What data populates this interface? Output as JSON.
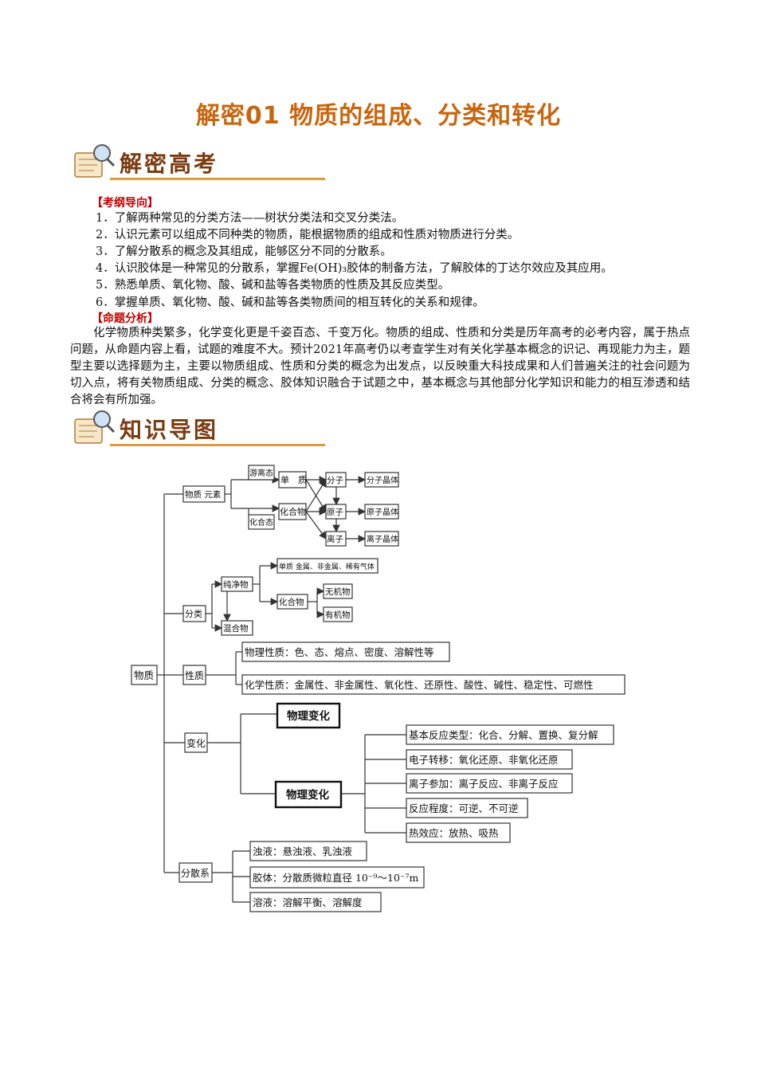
{
  "title": "解密01  物质的组成、分类和转化",
  "banner1": "解密高考",
  "banner2": "知识导图",
  "outline": {
    "heading": "【考纲导向】",
    "items": [
      "1．了解两种常见的分类方法——树状分类法和交叉分类法。",
      "2．认识元素可以组成不同种类的物质，能根据物质的组成和性质对物质进行分类。",
      "3．了解分散系的概念及其组成，能够区分不同的分散系。",
      "4．认识胶体是一种常见的分散系，掌握Fe(OH)₃胶体的制备方法，了解胶体的丁达尔效应及其应用。",
      "5．熟悉单质、氧化物、酸、碱和盐等各类物质的性质及其反应类型。",
      "6．掌握单质、氧化物、酸、碱和盐等各类物质间的相互转化的关系和规律。"
    ]
  },
  "analysis": {
    "heading": "【命题分析】",
    "text": "化学物质种类繁多，化学变化更是千姿百态、千变万化。物质的组成、性质和分类是历年高考的必考内容，属于热点问题，从命题内容上看，试题的难度不大。预计2021年高考仍以考查学生对有关化学基本概念的识记、再现能力为主，题型主要以选择题为主，主要以物质组成、性质和分类的概念为出发点，以反映重大科技成果和人们普遍关注的社会问题为切入点，将有关物质组成、分类的概念、胶体知识融合于试题之中，基本概念与其他部分化学知识和能力的相互渗透和结合将会有所加强。"
  },
  "mindmap": {
    "root": "物质",
    "b1": "物质  元素",
    "youli": "游离态",
    "huahe": "化合态",
    "danzhi": "单　质",
    "huahewu": "化合物",
    "fenzi": "分子",
    "yuanzi": "原子",
    "lizi": "离子",
    "fenzijingti": "分子晶体",
    "yuanzijingti": "原子晶体",
    "lizijingti": "离子晶体",
    "fenlei": "分类",
    "chunjing": "纯净物",
    "hunhe": "混合物",
    "dz_types": "单质  金属、非金属、稀有气体",
    "hhw2": "化合物",
    "wuji": "无机物",
    "youji": "有机物",
    "xingzhi": "性质",
    "wuli_xz": "物理性质：色、态、熔点、密度、溶解性等",
    "huaxue_xz": "化学性质：金属性、非金属性、氧化性、还原性、酸性、碱性、稳定性、可燃性",
    "bianhua": "变化",
    "wuli_bh": "物理变化",
    "huaxue_bh": "物理变化",
    "r1": "基本反应类型：化合、分解、置换、复分解",
    "r2": "电子转移：氧化还原、非氧化还原",
    "r3": "离子参加：离子反应、非离子反应",
    "r4": "反应程度：可逆、不可逆",
    "r5": "热效应：放热、吸热",
    "fensanxi": "分散系",
    "d1": "浊液：悬浊液、乳浊液",
    "d2": "胶体：分散质微粒直径 10⁻⁹～10⁻⁷m",
    "d3": "溶液：溶解平衡、溶解度"
  }
}
